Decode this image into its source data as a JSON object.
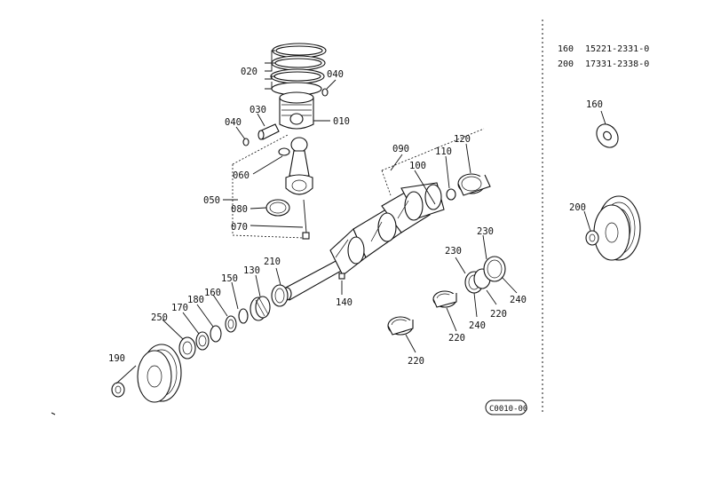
{
  "parts_table": [
    {
      "no": "160",
      "part": "15221-2331-0"
    },
    {
      "no": "200",
      "part": "17331-2338-0"
    }
  ],
  "callouts": [
    {
      "id": "010",
      "text": "010"
    },
    {
      "id": "020",
      "text": "020"
    },
    {
      "id": "030",
      "text": "030"
    },
    {
      "id": "040a",
      "text": "040"
    },
    {
      "id": "040b",
      "text": "040"
    },
    {
      "id": "050",
      "text": "050"
    },
    {
      "id": "060",
      "text": "060"
    },
    {
      "id": "070",
      "text": "070"
    },
    {
      "id": "080",
      "text": "080"
    },
    {
      "id": "090",
      "text": "090"
    },
    {
      "id": "100",
      "text": "100"
    },
    {
      "id": "110",
      "text": "110"
    },
    {
      "id": "120",
      "text": "120"
    },
    {
      "id": "130",
      "text": "130"
    },
    {
      "id": "140",
      "text": "140"
    },
    {
      "id": "150",
      "text": "150"
    },
    {
      "id": "160a",
      "text": "160"
    },
    {
      "id": "160b",
      "text": "160"
    },
    {
      "id": "170",
      "text": "170"
    },
    {
      "id": "180",
      "text": "180"
    },
    {
      "id": "190",
      "text": "190"
    },
    {
      "id": "200",
      "text": "200"
    },
    {
      "id": "210",
      "text": "210"
    },
    {
      "id": "220a",
      "text": "220"
    },
    {
      "id": "220b",
      "text": "220"
    },
    {
      "id": "220c",
      "text": "220"
    },
    {
      "id": "230a",
      "text": "230"
    },
    {
      "id": "230b",
      "text": "230"
    },
    {
      "id": "240a",
      "text": "240"
    },
    {
      "id": "240b",
      "text": "240"
    },
    {
      "id": "250",
      "text": "250"
    }
  ],
  "stamp": "C0010-00"
}
